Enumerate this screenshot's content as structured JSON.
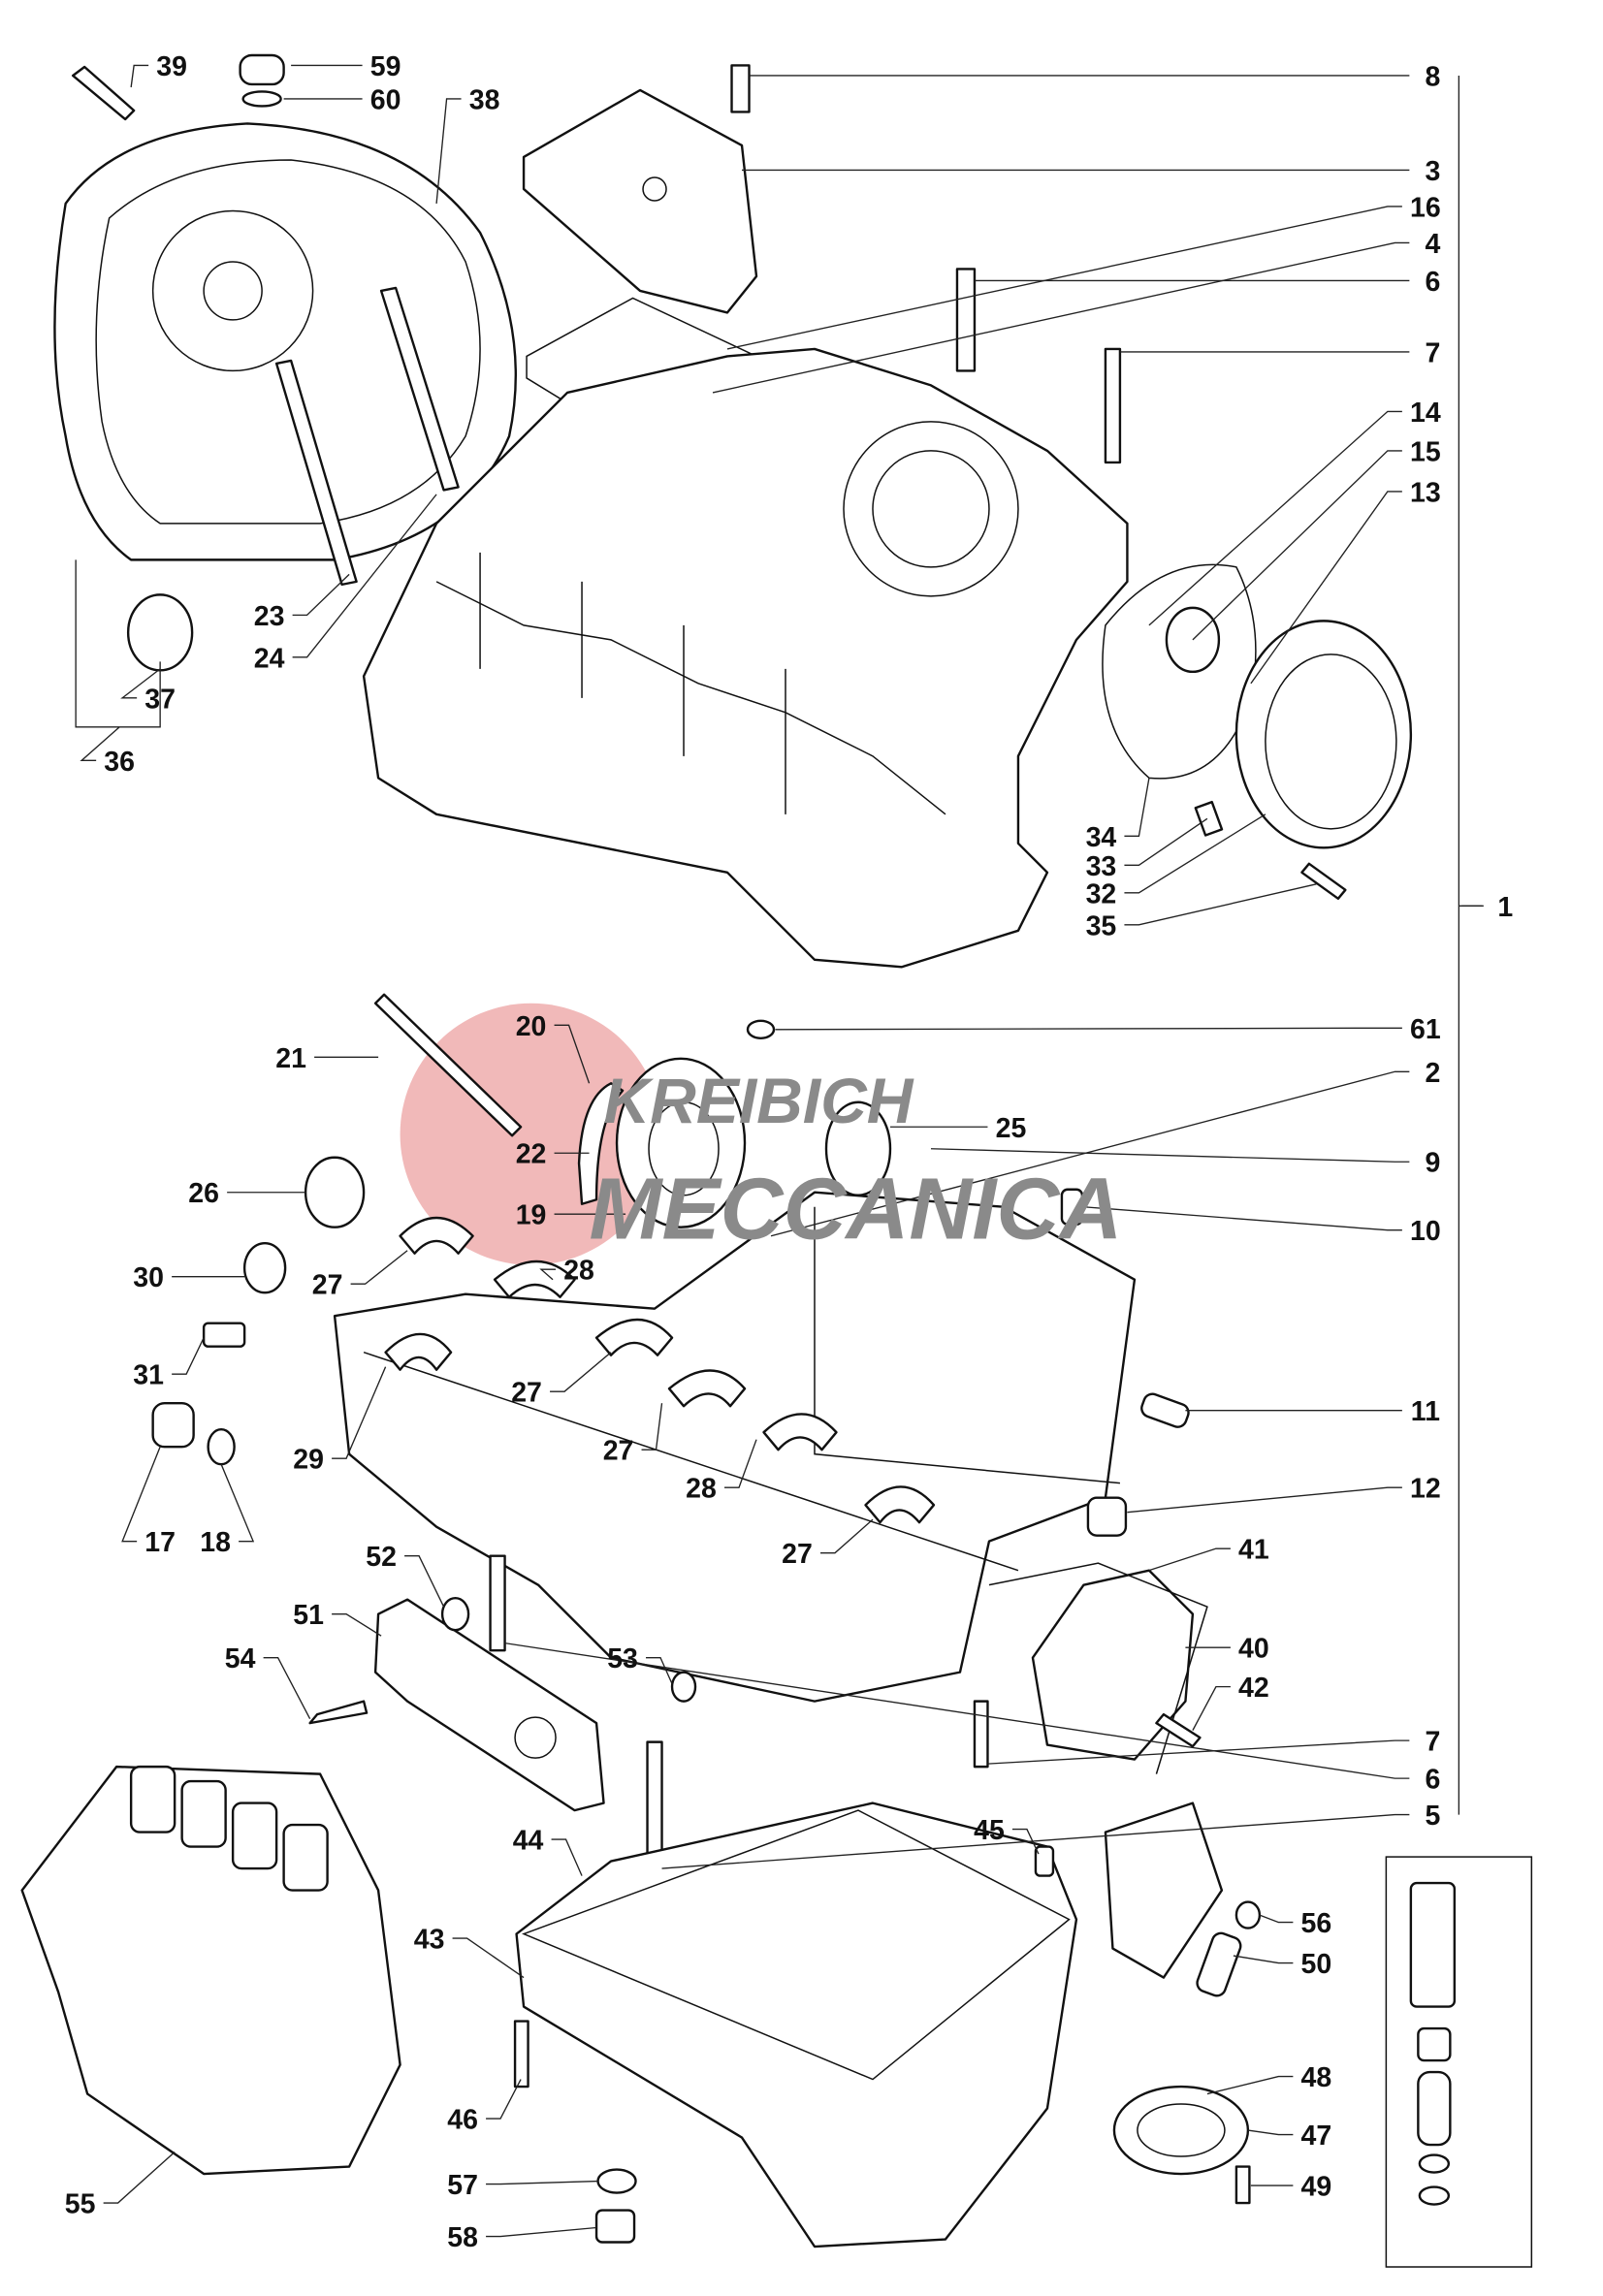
{
  "diagram": {
    "title": "Crankcase exploded parts diagram",
    "watermark_line1": "KREIBICH",
    "watermark_line2": "MECCANICA",
    "watermark_color": "#e88a8a",
    "callouts": [
      "39",
      "59",
      "60",
      "38",
      "8",
      "3",
      "16",
      "4",
      "6",
      "7",
      "14",
      "15",
      "13",
      "1",
      "34",
      "33",
      "32",
      "35",
      "23",
      "24",
      "37",
      "36",
      "61",
      "2",
      "21",
      "20",
      "25",
      "22",
      "9",
      "26",
      "19",
      "10",
      "30",
      "27",
      "28",
      "31",
      "27",
      "29",
      "27",
      "11",
      "28",
      "12",
      "17",
      "18",
      "27",
      "41",
      "52",
      "51",
      "54",
      "53",
      "40",
      "42",
      "7",
      "6",
      "5",
      "44",
      "45",
      "56",
      "50",
      "43",
      "48",
      "46",
      "47",
      "57",
      "49",
      "58",
      "55"
    ]
  }
}
